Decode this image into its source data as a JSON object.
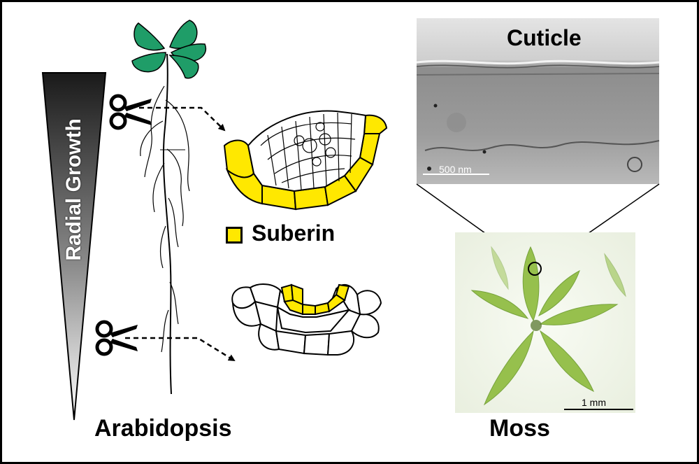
{
  "figure": {
    "gradient_label": "Radial Growth",
    "plant_label_left": "Arabidopsis",
    "plant_label_right": "Moss",
    "legend_label": "Suberin",
    "em_label": "Cuticle",
    "em_scale_bar": "500 nm",
    "photo_scale_bar": "1 mm"
  },
  "colors": {
    "suberin": "#ffe800",
    "leaf": "#22a06b",
    "moss": "#8dbb3c",
    "outline": "#000000"
  },
  "icons": [
    "scissors-icon",
    "scissors-icon"
  ]
}
